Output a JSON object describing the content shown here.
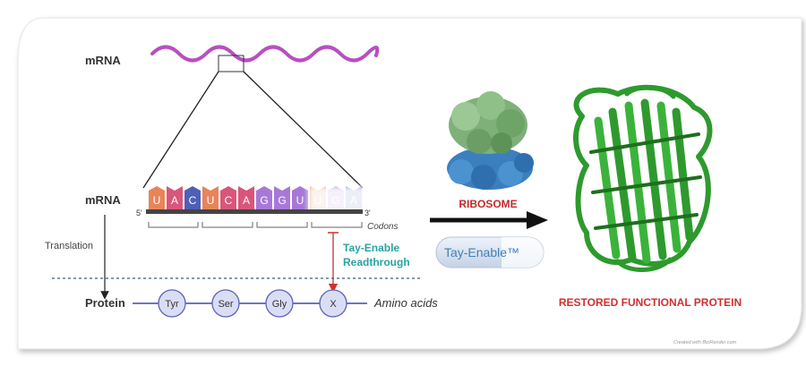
{
  "colors": {
    "mrna_wave": "#b84fc0",
    "restored": "#d32f2f",
    "ribosome_label": "#c62828",
    "readthrough": "#2aa3a3",
    "protein_green": "#2e9a2e",
    "protein_green_dark": "#1d6f1d",
    "axis_blue": "#5a63b8",
    "amino_fill": "#d9def5",
    "dotted_line": "#3b5b8c",
    "stop_arrow": "#d32f2f"
  },
  "labels": {
    "mrna_top": "mRNA",
    "mrna_mid": "mRNA",
    "five_prime": "5'",
    "three_prime": "3'",
    "codons": "Codons",
    "translation": "Translation",
    "protein": "Protein",
    "amino_acids": "Amino acids",
    "readthrough_line1": "Tay-Enable",
    "readthrough_line2": "Readthrough",
    "ribosome": "RIBOSOME",
    "pill": "Tay-Enable™",
    "restored": "RESTORED FUNCTIONAL PROTEIN",
    "credit": "Created with BioRender.com"
  },
  "nucleotides": [
    {
      "base": "U",
      "color": "#e8845a"
    },
    {
      "base": "A",
      "color": "#d9567a"
    },
    {
      "base": "C",
      "color": "#4f5fb5"
    },
    {
      "base": "U",
      "color": "#e8845a"
    },
    {
      "base": "C",
      "color": "#d9567a"
    },
    {
      "base": "A",
      "color": "#d9567a"
    },
    {
      "base": "G",
      "color": "#a878d8"
    },
    {
      "base": "G",
      "color": "#a878d8"
    },
    {
      "base": "U",
      "color": "#a878d8"
    },
    {
      "base": "U",
      "color": "#e8845a"
    },
    {
      "base": "G",
      "color": "#a878d8"
    },
    {
      "base": "A",
      "color": "#4f5fb5"
    }
  ],
  "amino_acids": [
    "Tyr",
    "Ser",
    "Gly",
    "X"
  ]
}
